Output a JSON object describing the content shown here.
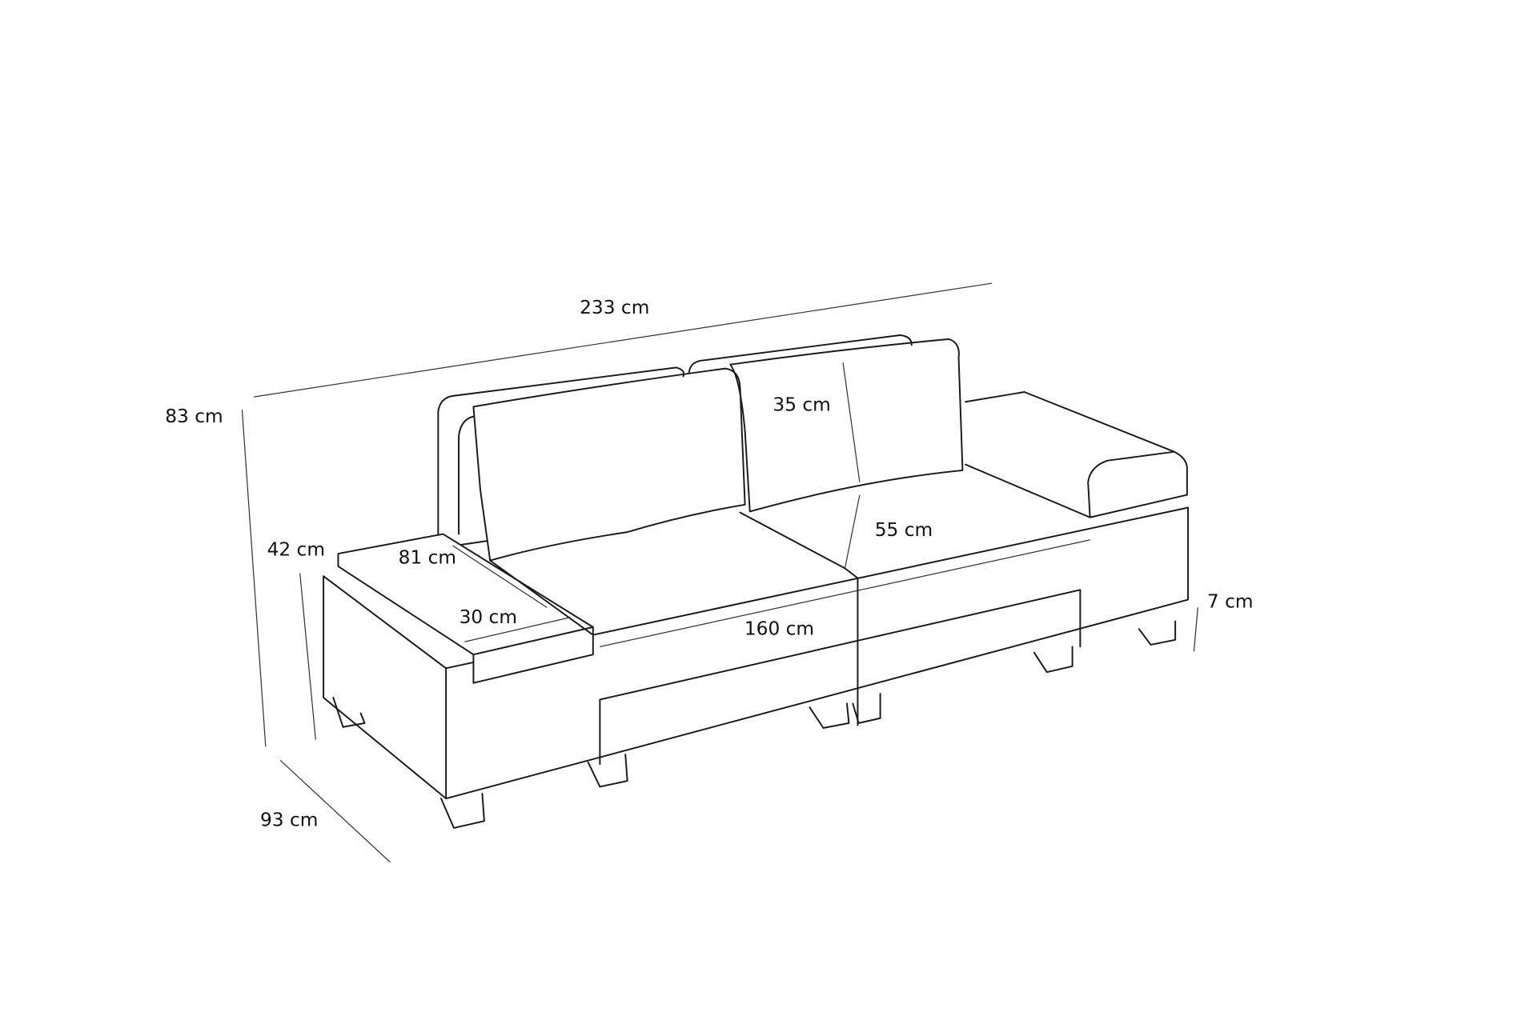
{
  "diagram": {
    "subject": "sofa-dimensions",
    "line_color": "#1a1a1a",
    "background": "#ffffff",
    "labels": {
      "total_width": "233 cm",
      "total_height": "83 cm",
      "total_depth": "93 cm",
      "seat_height": "42 cm",
      "table_length": "81 cm",
      "table_width": "30 cm",
      "cushion_height": "35 cm",
      "seat_depth": "55 cm",
      "seat_width": "160 cm",
      "leg_height": "7 cm"
    }
  }
}
